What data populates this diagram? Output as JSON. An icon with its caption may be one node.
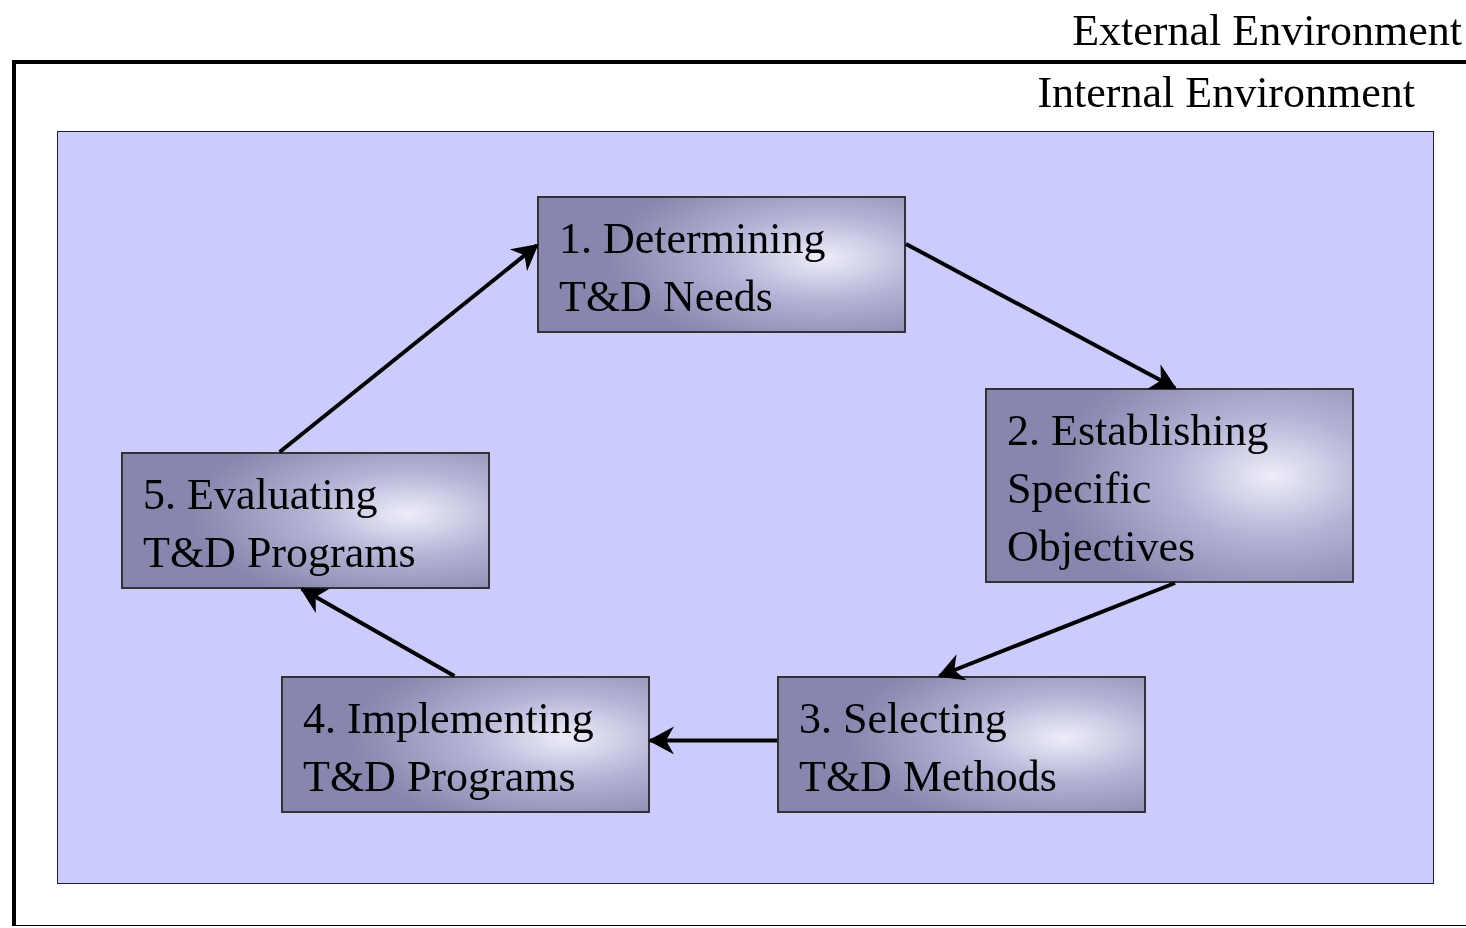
{
  "diagram": {
    "nodes": [
      {
        "text": [
          "External Environment"
        ]
      },
      {
        "text": [
          "Internal Environment"
        ],
        "in": 0
      },
      {
        "text": [
          "1. Determining T&D Needs"
        ],
        "in": 1
      },
      {
        "text": [
          "2. Establishing Specific Objectives"
        ],
        "in": 1
      },
      {
        "text": [
          "3. Selecting T&D Methods"
        ],
        "in": 1
      },
      {
        "text": [
          "4. Implementing T&D Programs"
        ],
        "in": 1
      },
      {
        "text": [
          "5. Evaluating T&D Programs"
        ],
        "in": 1
      }
    ],
    "edges": [
      {
        "from": 2,
        "to": 3,
        "arrow": "to"
      },
      {
        "from": 3,
        "to": 4,
        "arrow": "to"
      },
      {
        "from": 4,
        "to": 5,
        "arrow": "to"
      },
      {
        "from": 5,
        "to": 6,
        "arrow": "to"
      },
      {
        "from": 6,
        "to": 2,
        "arrow": "to"
      }
    ]
  }
}
